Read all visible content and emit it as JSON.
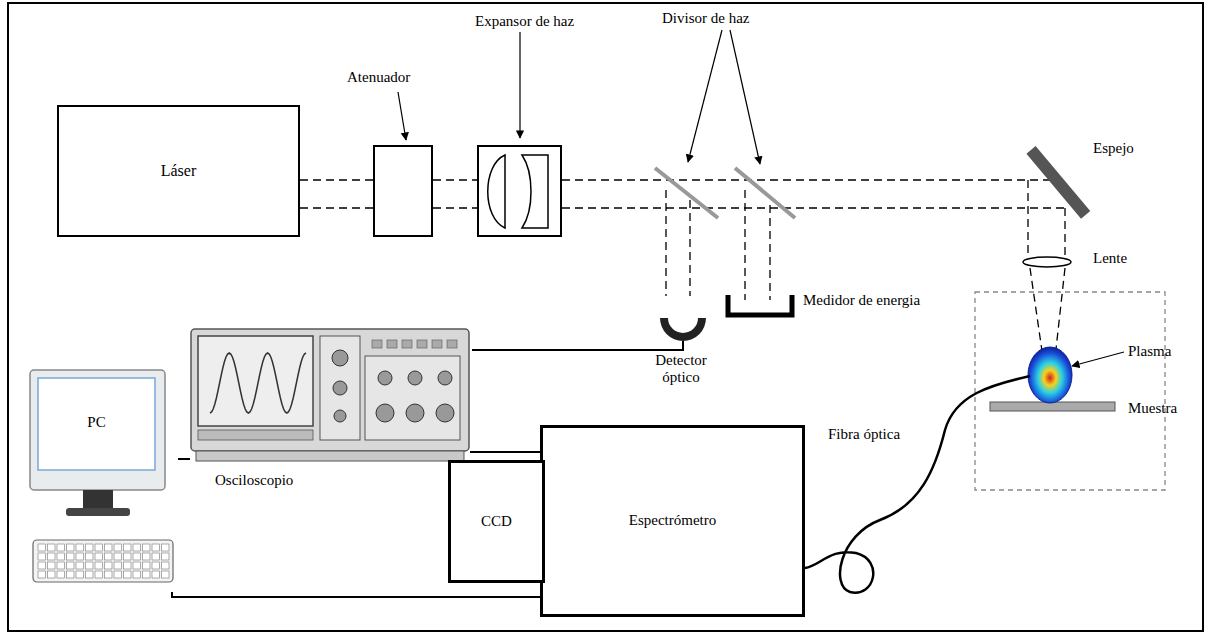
{
  "diagram": {
    "nodes": [
      {
        "text": [
          "Láser"
        ]
      },
      {
        "text": [
          "Atenuador"
        ]
      },
      {
        "text": [
          "Expansor de haz"
        ]
      },
      {
        "text": [
          "PC"
        ]
      },
      {
        "text": [
          "Osciloscopio"
        ]
      },
      {
        "text": [
          "CCD"
        ]
      },
      {
        "text": [
          "Espectrómetro"
        ]
      }
    ],
    "edges": [
      {
        "from": 0,
        "to": 1,
        "arrow": "none"
      },
      {
        "from": 1,
        "to": 2,
        "arrow": "none"
      },
      {
        "from": 3,
        "to": 4,
        "arrow": "none"
      },
      {
        "from": 4,
        "to": 6,
        "arrow": "none"
      },
      {
        "from": 3,
        "to": 6,
        "arrow": "none"
      }
    ],
    "labels": [
      "Divisor de haz",
      "Espejo",
      "Lente",
      "Detector óptico",
      "Medidor de energia",
      "Plasma",
      "Fibra óptica",
      "Muestra"
    ]
  }
}
